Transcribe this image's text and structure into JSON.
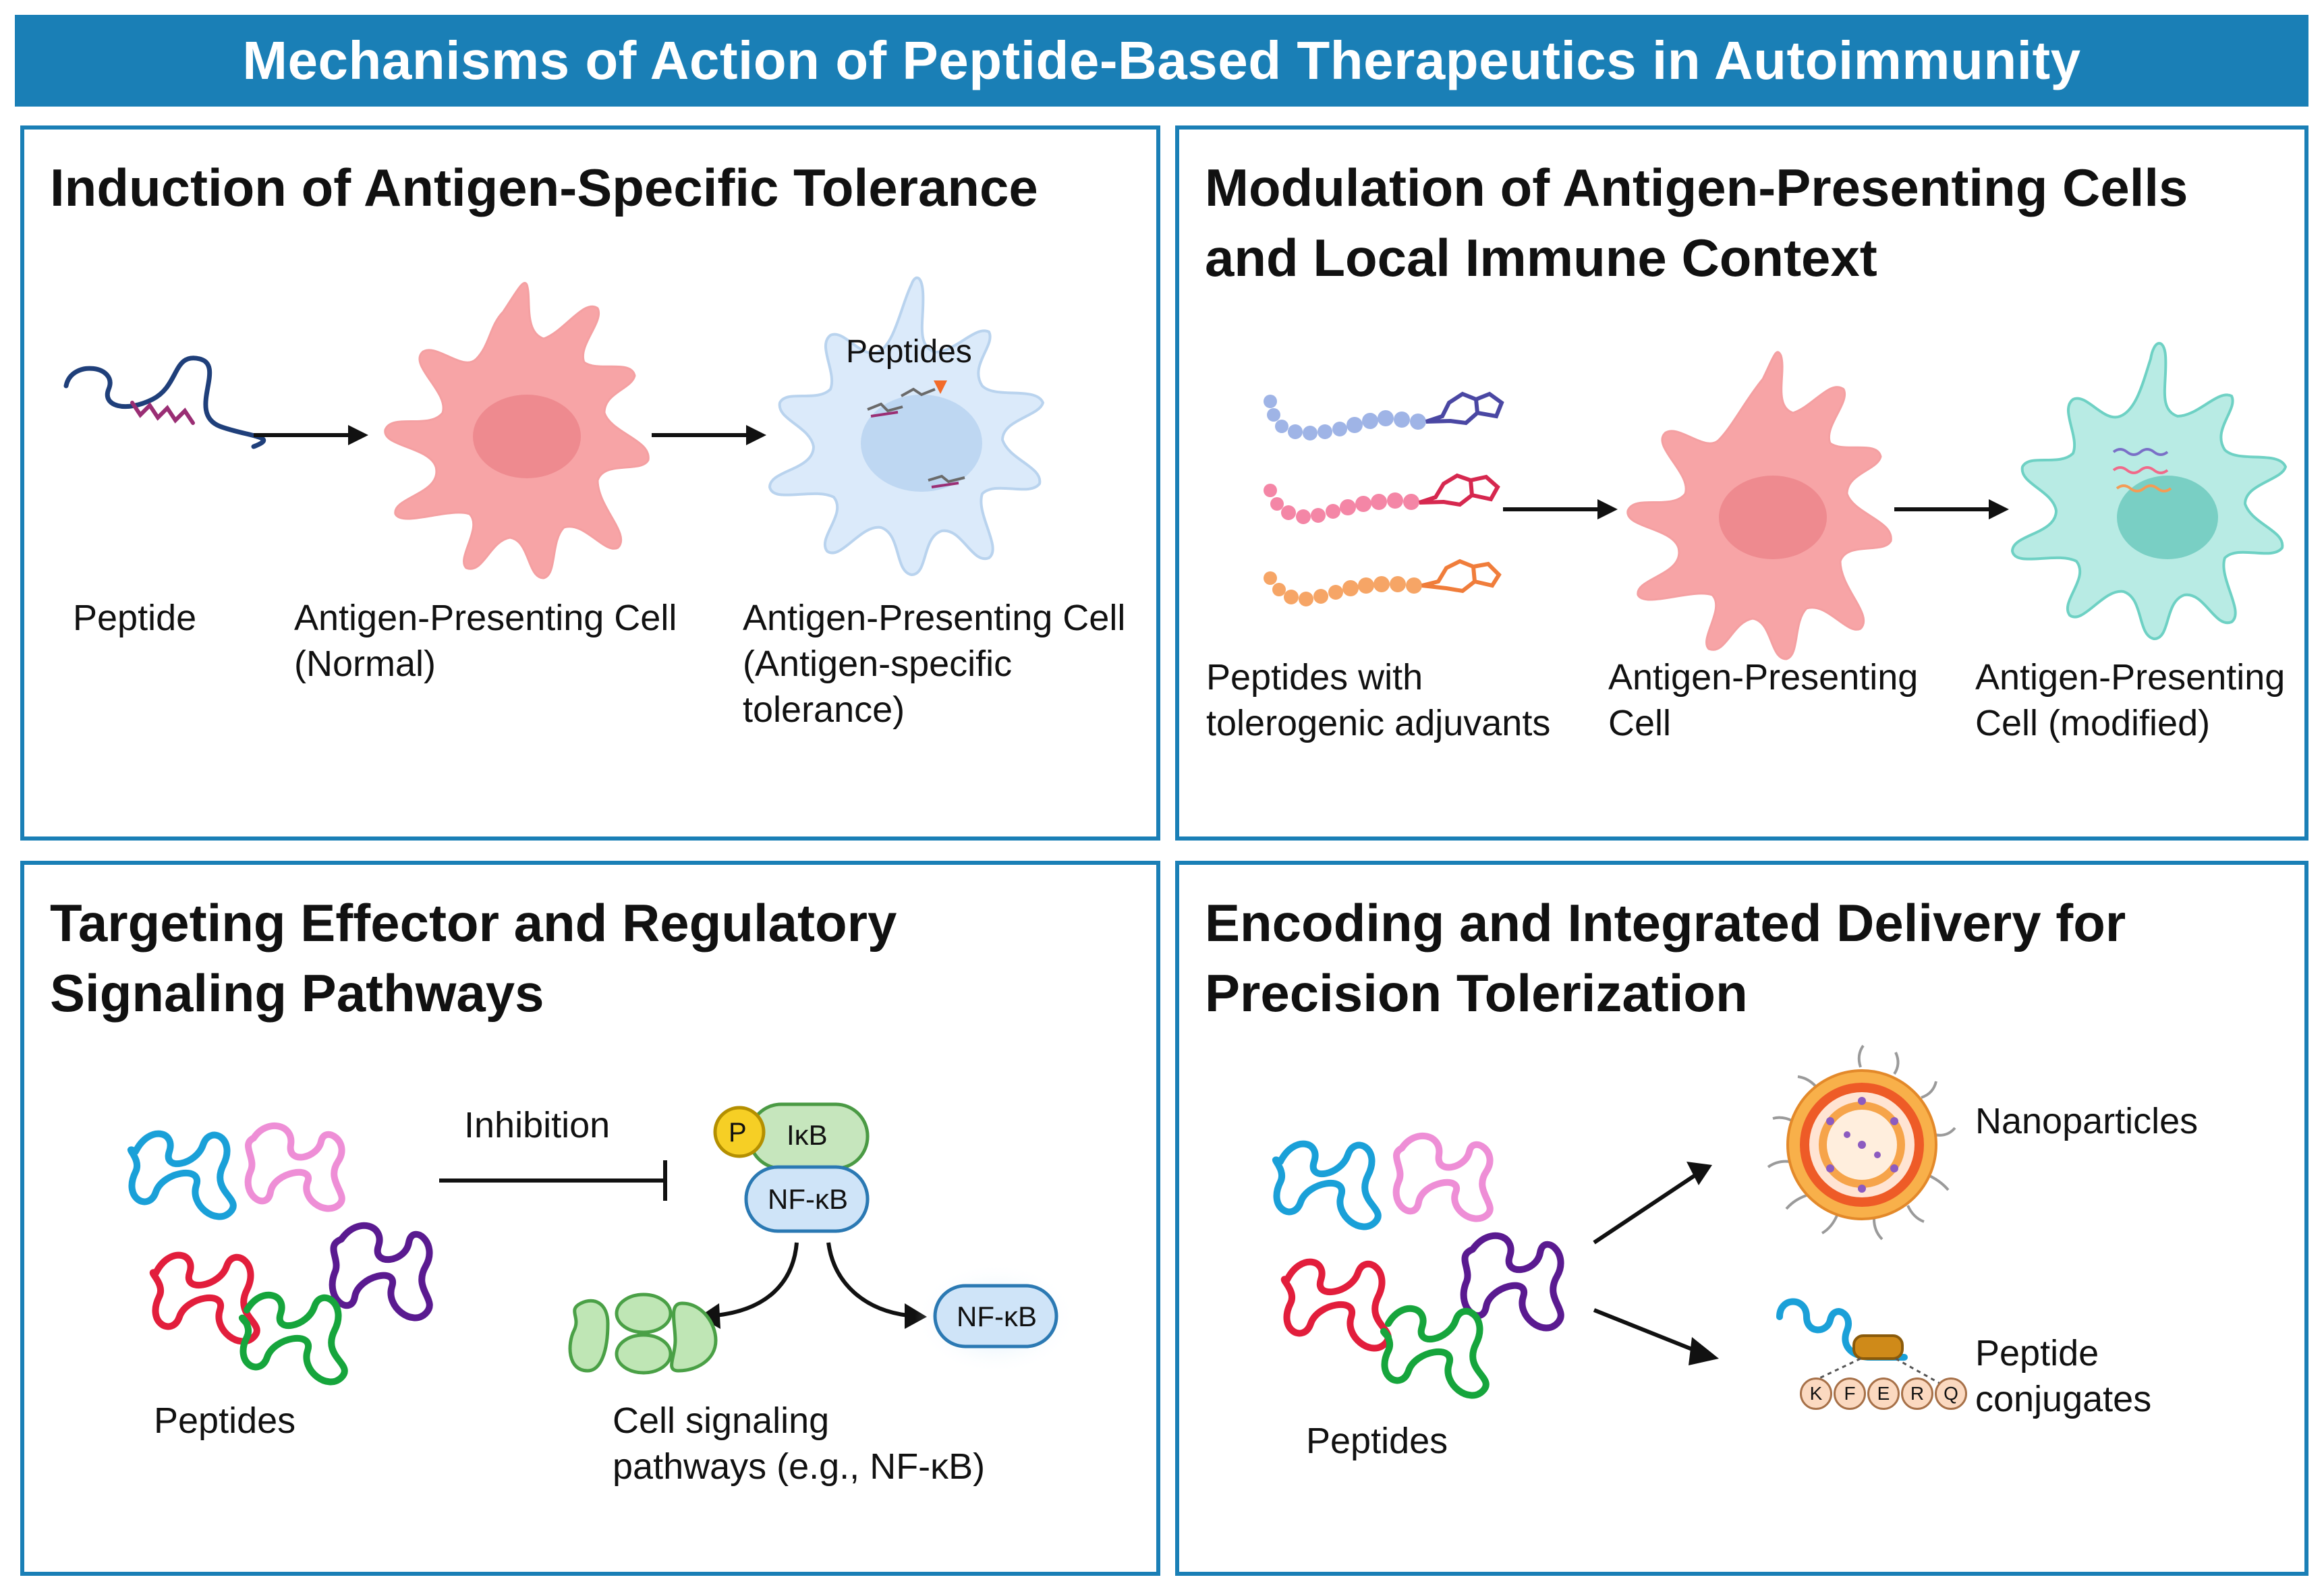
{
  "title": "Mechanisms of Action of Peptide-Based Therapeutics in Autoimmunity",
  "colors": {
    "accent": "#1a7fb6",
    "apc_normal": "#f7a4a6",
    "apc_tolerant": "#cfe4f7",
    "apc_modified": "#8fdcd2"
  },
  "panels": {
    "p1": {
      "title": "Induction of Antigen-Specific Tolerance",
      "peptide": "Peptide",
      "apc_normal_1": "Antigen-Presenting Cell",
      "apc_normal_2": "(Normal)",
      "apc_tol_1": "Antigen-Presenting Cell",
      "apc_tol_2": "(Antigen-specific",
      "apc_tol_3": "tolerance)",
      "peptides_callout": "Peptides"
    },
    "p2": {
      "title_1": "Modulation of Antigen-Presenting Cells",
      "title_2": "and Local Immune Context",
      "adj_1": "Peptides with",
      "adj_2": "tolerogenic adjuvants",
      "apc_1": "Antigen-Presenting",
      "apc_2": "Cell",
      "mod_1": "Antigen-Presenting",
      "mod_2": "Cell (modified)"
    },
    "p3": {
      "title_1": "Targeting Effector and Regulatory",
      "title_2": "Signaling Pathways",
      "inhibition": "Inhibition",
      "p": "P",
      "ikb": "IκB",
      "nfkb": "NF-κB",
      "nfkb_free": "NF-κB",
      "peptides": "Peptides",
      "cell_sig_1": "Cell signaling",
      "cell_sig_2": "pathways (e.g., NF-κB)"
    },
    "p4": {
      "title_1": "Encoding and Integrated Delivery for",
      "title_2": "Precision Tolerization",
      "nanoparticles": "Nanoparticles",
      "conj_1": "Peptide",
      "conj_2": "conjugates",
      "peptides": "Peptides",
      "beads": [
        "K",
        "F",
        "E",
        "R",
        "Q"
      ]
    }
  }
}
